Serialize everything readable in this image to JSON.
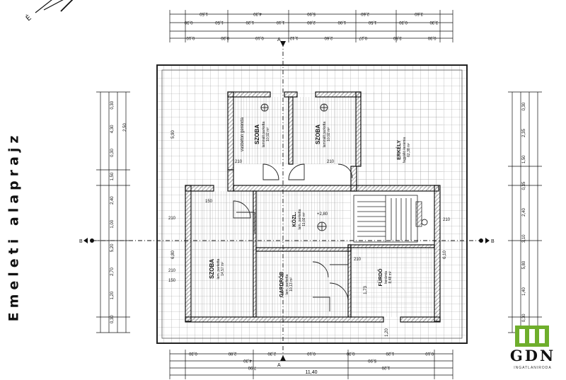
{
  "title": "Emeleti alaprajz",
  "rooms": [
    {
      "id": "szoba-1",
      "name": "SZOBA",
      "sub": "laminált parketta",
      "area": "10,92 m²"
    },
    {
      "id": "szoba-2",
      "name": "SZOBA",
      "sub": "laminált parketta",
      "area": "10,92 m²"
    },
    {
      "id": "erkely",
      "name": "ERKÉLY",
      "sub": "fagyálló kerámia",
      "area": "62,38 m²"
    },
    {
      "id": "kozl",
      "name": "KÖZL.",
      "sub": "lam. parketta",
      "area": "11,02 m²"
    },
    {
      "id": "szoba-3",
      "name": "SZOBA",
      "sub": "lam. parketta",
      "area": "14,57 m²"
    },
    {
      "id": "gardrob",
      "name": "GARDRÓB",
      "sub": "lam. parketta",
      "area": "10,13 m²"
    },
    {
      "id": "furdo",
      "name": "FÜRDŐ",
      "sub": "kerámia",
      "area": "8,48 m²"
    }
  ],
  "labels": {
    "vertical_wall": "vasbeton gerenda",
    "level": "+2,80",
    "door_w": "210",
    "door_h": "150",
    "sill": "210",
    "section_a": "A",
    "section_b": "B",
    "compass": "É"
  },
  "dims": {
    "top_row1": [
      "1,50",
      "4,30",
      "5,90",
      "2,60",
      "3,60"
    ],
    "top_row2": [
      "0,30",
      "1,50",
      "1,20",
      "1,10",
      "2,80",
      "1,00",
      "1,50",
      "0,30",
      "3,30"
    ],
    "top_row3": [
      "0,10",
      "0,30",
      "0,10",
      "1,12",
      "2,60",
      "0,27",
      "3,50",
      "0,30"
    ],
    "bottom_row1": [
      "0,30",
      "2,80",
      "2,30",
      "0,10",
      "0,30",
      "1,20",
      "0,10"
    ],
    "bottom_row2": [
      "4,30",
      "5,90"
    ],
    "bottom_row3": [
      "7,90",
      "1,20"
    ],
    "bottom_total": "11,40",
    "left_col": [
      "0,30",
      "4,30",
      "0,30",
      "1,50",
      "2,40",
      "1,00",
      "5,20",
      "2,70",
      "1,20",
      "0,30"
    ],
    "right_col": [
      "0,30",
      "2,35",
      "1,50",
      "0,35",
      "2,40",
      "3,10",
      "5,80",
      "1,40",
      "0,30"
    ],
    "misc": [
      "6,80",
      "5,90",
      "2,50",
      "6,10",
      "1,20",
      "1,73"
    ]
  },
  "logo": {
    "text": "GDN",
    "sub": "INGATLANIRODA",
    "color": "#6fae2c"
  }
}
